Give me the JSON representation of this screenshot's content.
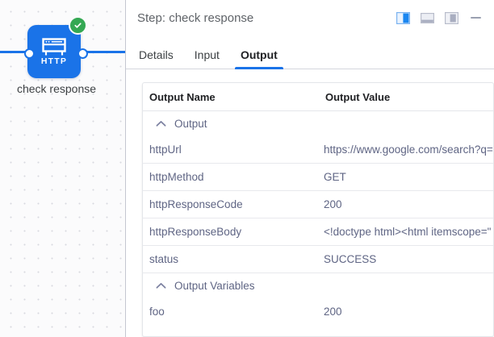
{
  "canvas": {
    "node": {
      "icon_name": "http-browser-window-icon",
      "badge_icon": "success-check-icon",
      "badge_color": "#34a853",
      "node_color": "#1a73e8",
      "inner_label": "HTTP",
      "caption": "check response",
      "port_left_name": "input-port",
      "port_right_name": "output-port"
    }
  },
  "panel": {
    "header": {
      "title": "Step: check response",
      "layout_buttons": [
        {
          "name": "layout-split-right-icon",
          "active": true
        },
        {
          "name": "layout-bottom-panel-icon",
          "active": false
        },
        {
          "name": "layout-floating-panel-icon",
          "active": false
        }
      ],
      "minimize_name": "minimize-icon"
    },
    "tabs": [
      {
        "label": "Details",
        "active": false
      },
      {
        "label": "Input",
        "active": false
      },
      {
        "label": "Output",
        "active": true
      }
    ],
    "accent_color": "#1a73e8"
  },
  "table": {
    "headers": {
      "name": "Output Name",
      "value": "Output Value"
    },
    "groups": [
      {
        "label": "Output",
        "expanded": true,
        "chevron": "chevron-up-icon",
        "rows": [
          {
            "name": "httpUrl",
            "value": "https://www.google.com/search?q="
          },
          {
            "name": "httpMethod",
            "value": "GET"
          },
          {
            "name": "httpResponseCode",
            "value": "200"
          },
          {
            "name": "httpResponseBody",
            "value": "<!doctype html><html itemscope=\""
          },
          {
            "name": "status",
            "value": "SUCCESS"
          }
        ]
      },
      {
        "label": "Output Variables",
        "expanded": true,
        "chevron": "chevron-up-icon",
        "rows": [
          {
            "name": "foo",
            "value": "200"
          }
        ]
      }
    ]
  }
}
